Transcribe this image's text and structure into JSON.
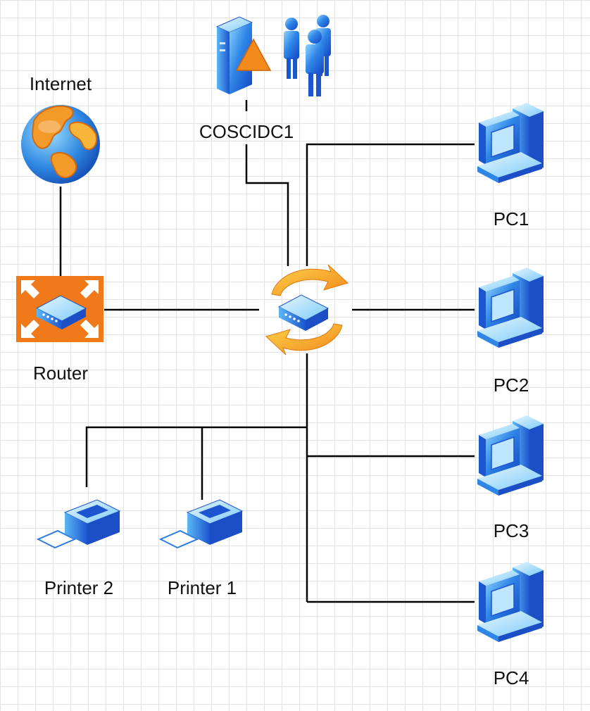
{
  "diagram": {
    "nodes": {
      "internet": {
        "label": "Internet",
        "icon": "globe-icon"
      },
      "router": {
        "label": "Router",
        "icon": "router-icon"
      },
      "dc": {
        "label": "COSCIDC1",
        "icon": "domain-controller-icon",
        "users_icon": "users-icon"
      },
      "switch": {
        "label": "",
        "icon": "switch-icon"
      },
      "pc1": {
        "label": "PC1",
        "icon": "pc-icon"
      },
      "pc2": {
        "label": "PC2",
        "icon": "pc-icon"
      },
      "pc3": {
        "label": "PC3",
        "icon": "pc-icon"
      },
      "pc4": {
        "label": "PC4",
        "icon": "pc-icon"
      },
      "printer2": {
        "label": "Printer 2",
        "icon": "printer-icon"
      },
      "printer1": {
        "label": "Printer 1",
        "icon": "printer-icon"
      }
    },
    "connections": [
      [
        "internet",
        "router"
      ],
      [
        "router",
        "switch"
      ],
      [
        "dc",
        "switch"
      ],
      [
        "switch",
        "pc1"
      ],
      [
        "switch",
        "pc2"
      ],
      [
        "switch",
        "pc3"
      ],
      [
        "switch",
        "pc4"
      ],
      [
        "switch",
        "printer1"
      ],
      [
        "switch",
        "printer2"
      ]
    ],
    "colors": {
      "device_blue": "#2f7de1",
      "device_light": "#bfe6ff",
      "router_orange": "#f07a1a",
      "switch_arrow_orange": "#f6a823",
      "line": "#000000",
      "grid": "#e3e3e3"
    }
  }
}
